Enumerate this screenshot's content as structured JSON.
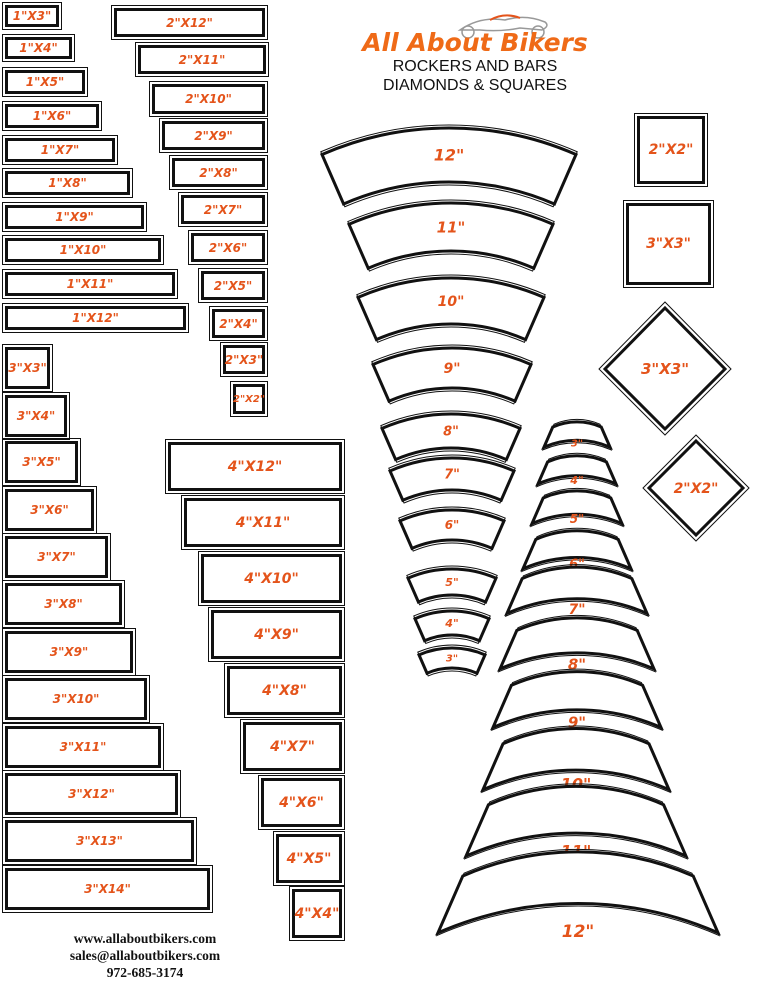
{
  "brand": {
    "name": "All About Bikers",
    "line1": "ROCKERS AND BARS",
    "line2": "DIAMONDS & SQUARES",
    "accent_color": "#ef6a17",
    "logo_icon": "motorcycle-icon"
  },
  "bars_1in": [
    "1\"X3\"",
    "1\"X4\"",
    "1\"X5\"",
    "1\"X6\"",
    "1\"X7\"",
    "1\"X8\"",
    "1\"X9\"",
    "1\"X10\"",
    "1\"X11\"",
    "1\"X12\""
  ],
  "bars_2in": [
    "2\"X12\"",
    "2\"X11\"",
    "2\"X10\"",
    "2\"X9\"",
    "2\"X8\"",
    "2\"X7\"",
    "2\"X6\"",
    "2\"X5\"",
    "2\"X4\"",
    "2\"X3\"",
    "2\"X2\""
  ],
  "bars_3in": [
    "3\"X3\"",
    "3\"X4\"",
    "3\"X5\"",
    "3\"X6\"",
    "3\"X7\"",
    "3\"X8\"",
    "3\"X9\"",
    "3\"X10\"",
    "3\"X11\"",
    "3\"X12\"",
    "3\"X13\"",
    "3\"X14\""
  ],
  "bars_4in": [
    "4\"X12\"",
    "4\"X11\"",
    "4\"X10\"",
    "4\"X9\"",
    "4\"X8\"",
    "4\"X7\"",
    "4\"X6\"",
    "4\"X5\"",
    "4\"X4\""
  ],
  "rockers_top": [
    "12\"",
    "11\"",
    "10\"",
    "9\"",
    "8\"",
    "7\"",
    "6\"",
    "5\"",
    "4\"",
    "3\""
  ],
  "rockers_bottom": [
    "3\"",
    "4\"",
    "5\"",
    "6\"",
    "7\"",
    "8\"",
    "9\"",
    "10\"",
    "11\"",
    "12\""
  ],
  "squares": [
    "2\"X2\"",
    "3\"X3\""
  ],
  "diamonds": [
    "3\"X3\"",
    "2\"X2\""
  ],
  "contact": {
    "website": "www.allaboutbikers.com",
    "email": "sales@allaboutbikers.com",
    "phone": "972-685-3174"
  }
}
